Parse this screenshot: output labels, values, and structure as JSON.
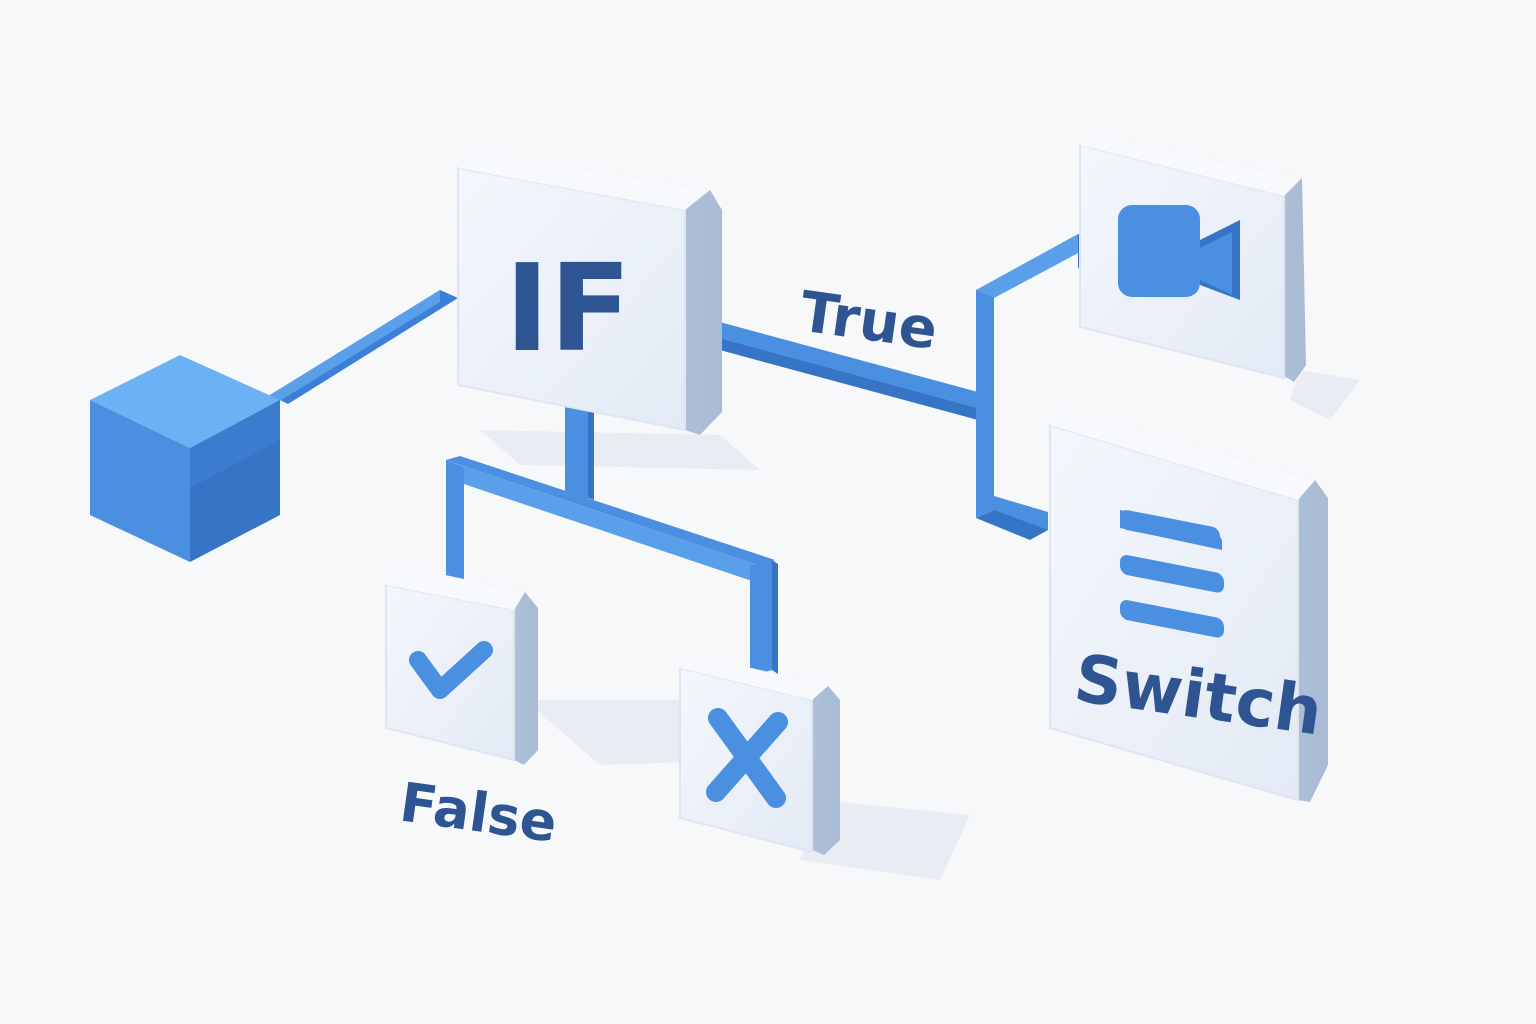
{
  "colors": {
    "background": "#f7f8fa",
    "accent": "#4a8fe0",
    "accent_light": "#6bb2f4",
    "accent_dark": "#3674c6",
    "text": "#2e5592",
    "card_face": "#edf2fa",
    "card_side": "#b9c8de"
  },
  "nodes": {
    "if_label": "IF",
    "switch_label": "Switch"
  },
  "edges": {
    "true_label": "True",
    "false_label": "False"
  },
  "icons": {
    "input": "cube-icon",
    "video": "video-camera-icon",
    "menu": "menu-lines-icon",
    "check": "checkmark-icon",
    "cross": "x-icon"
  }
}
